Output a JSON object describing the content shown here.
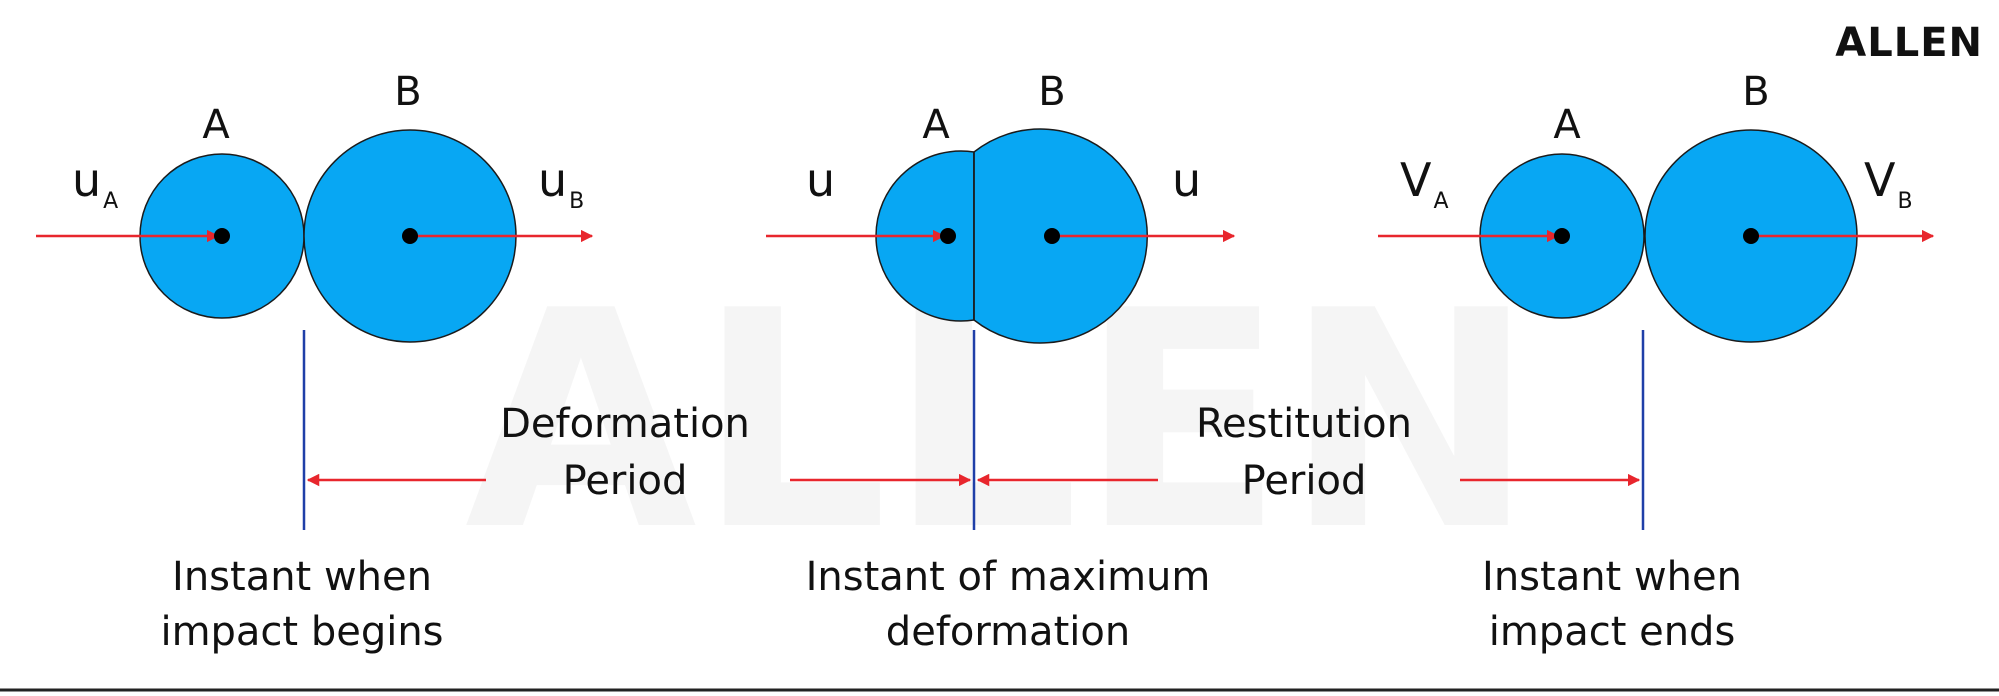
{
  "brand": {
    "logo_text": "ALLEN",
    "watermark_text": "ALLEN"
  },
  "colors": {
    "ball_fill": "#08a7f3",
    "ball_stroke": "#1b1b1b",
    "arrow": "#e8262d",
    "marker_line": "#1f3fa8",
    "text": "#111111"
  },
  "stages": [
    {
      "ball_a_label": "A",
      "ball_b_label": "B",
      "velocity_a": {
        "symbol": "u",
        "subscript": "A"
      },
      "velocity_b": {
        "symbol": "u",
        "subscript": "B"
      },
      "caption_line1": "Instant when",
      "caption_line2": "impact begins"
    },
    {
      "ball_a_label": "A",
      "ball_b_label": "B",
      "velocity_a": {
        "symbol": "u",
        "subscript": ""
      },
      "velocity_b": {
        "symbol": "u",
        "subscript": ""
      },
      "caption_line1": "Instant of maximum",
      "caption_line2": "deformation"
    },
    {
      "ball_a_label": "A",
      "ball_b_label": "B",
      "velocity_a": {
        "symbol": "V",
        "subscript": "A"
      },
      "velocity_b": {
        "symbol": "V",
        "subscript": "B"
      },
      "caption_line1": "Instant when",
      "caption_line2": "impact ends"
    }
  ],
  "periods": [
    {
      "line1": "Deformation",
      "line2": "Period"
    },
    {
      "line1": "Restitution",
      "line2": "Period"
    }
  ]
}
